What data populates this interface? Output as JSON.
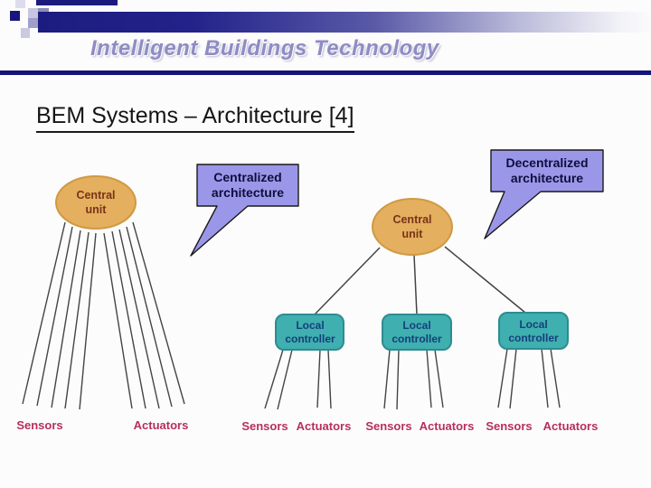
{
  "header": {
    "title": "Intelligent Buildings Technology"
  },
  "slide": {
    "heading": "BEM Systems – Architecture [4]"
  },
  "callouts": {
    "centralized": {
      "line1": "Centralized",
      "line2": "architecture"
    },
    "decentralized": {
      "line1": "Decentralized",
      "line2": "architecture"
    }
  },
  "diagram": {
    "central_unit": {
      "line1": "Central",
      "line2": "unit"
    },
    "controller": {
      "line1": "Local",
      "line2": "controller"
    },
    "io_labels": [
      "Sensors",
      "Actuators",
      "Sensors",
      "Actuators",
      "Sensors",
      "Actuators",
      "Sensors",
      "Actuators"
    ]
  },
  "colors": {
    "header_navy": "#1c1c80",
    "title_lavender": "#8f8cc4",
    "ellipse_fill": "#e4af5e",
    "ellipse_border": "#cf9a43",
    "ellipse_text": "#78331a",
    "controller_fill": "#3fafaf",
    "controller_border": "#2d8c92",
    "controller_text": "#14407c",
    "callout_fill": "#9b97e8",
    "io_label_pink": "#b62f5e"
  }
}
